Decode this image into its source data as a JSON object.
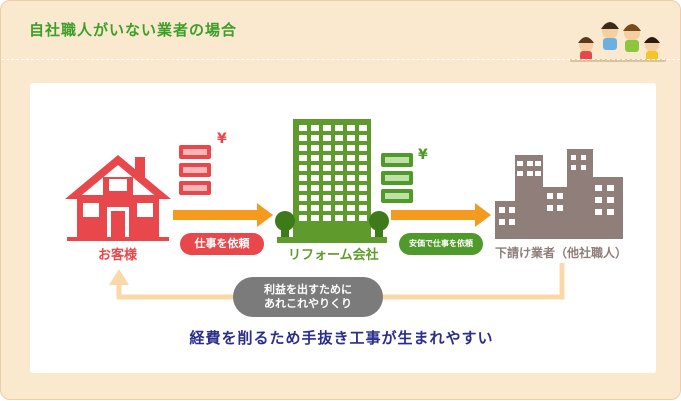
{
  "header": {
    "title": "自社職人がいない業者の場合"
  },
  "nodes": {
    "customer": "お客様",
    "reform_company": "リフォーム会社",
    "subcontractor": "下請け業者（他社職人）"
  },
  "flows": {
    "order_label": "仕事を依頼",
    "cheap_order_label": "安価で仕事を依頼",
    "currency_symbol": "¥",
    "loop_line1": "利益を出すために",
    "loop_line2": "あれこれやりくり"
  },
  "caption": "経費を削るため手抜き工事が生まれやすい",
  "colors": {
    "title_green": "#3c9f2a",
    "customer_red": "#e8484c",
    "building_green": "#5f9a2c",
    "arrow_orange": "#f39a1f",
    "sub_gray": "#8f7e7a",
    "money_red": "#e8484c",
    "money_green": "#4f9a2a",
    "caption_navy": "#2a2e8a",
    "loop_orange": "#fbd8a7",
    "frame_bg": "#fbe9cf"
  }
}
